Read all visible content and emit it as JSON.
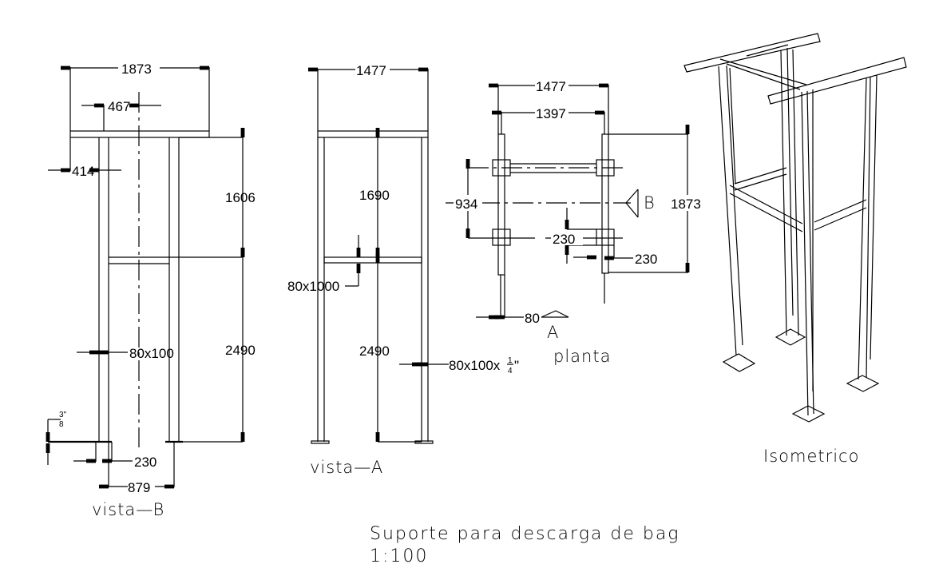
{
  "drawing": {
    "title": "Suporte para descarga de bag",
    "scale": "1:100"
  },
  "views": {
    "vista_b": {
      "label": "vista—B",
      "dims": {
        "top_width": "1873",
        "offset_467": "467",
        "offset_414": "414",
        "upper_height": "1606",
        "lower_height": "2490",
        "profile": "80x100",
        "plate_thk_num": "3\"",
        "plate_thk_den": "8",
        "plate_230": "230",
        "base_879": "879"
      }
    },
    "vista_a": {
      "label": "vista—A",
      "dims": {
        "top_width": "1477",
        "upper_height": "1690",
        "beam": "80x1000",
        "lower_height": "2490",
        "profile": "80x100x",
        "profile_frac_num": "1",
        "profile_frac_den": "4",
        "profile_inch": "\""
      }
    },
    "planta": {
      "label": "planta",
      "dims": {
        "outer_width": "1477",
        "inner_width": "1397",
        "spacing": "934",
        "length": "1873",
        "plate_230_a": "230",
        "plate_230_b": "230",
        "flange": "80"
      },
      "section_marks": {
        "b": "B",
        "a": "A"
      }
    },
    "isometrico": {
      "label": "Isometrico"
    }
  }
}
